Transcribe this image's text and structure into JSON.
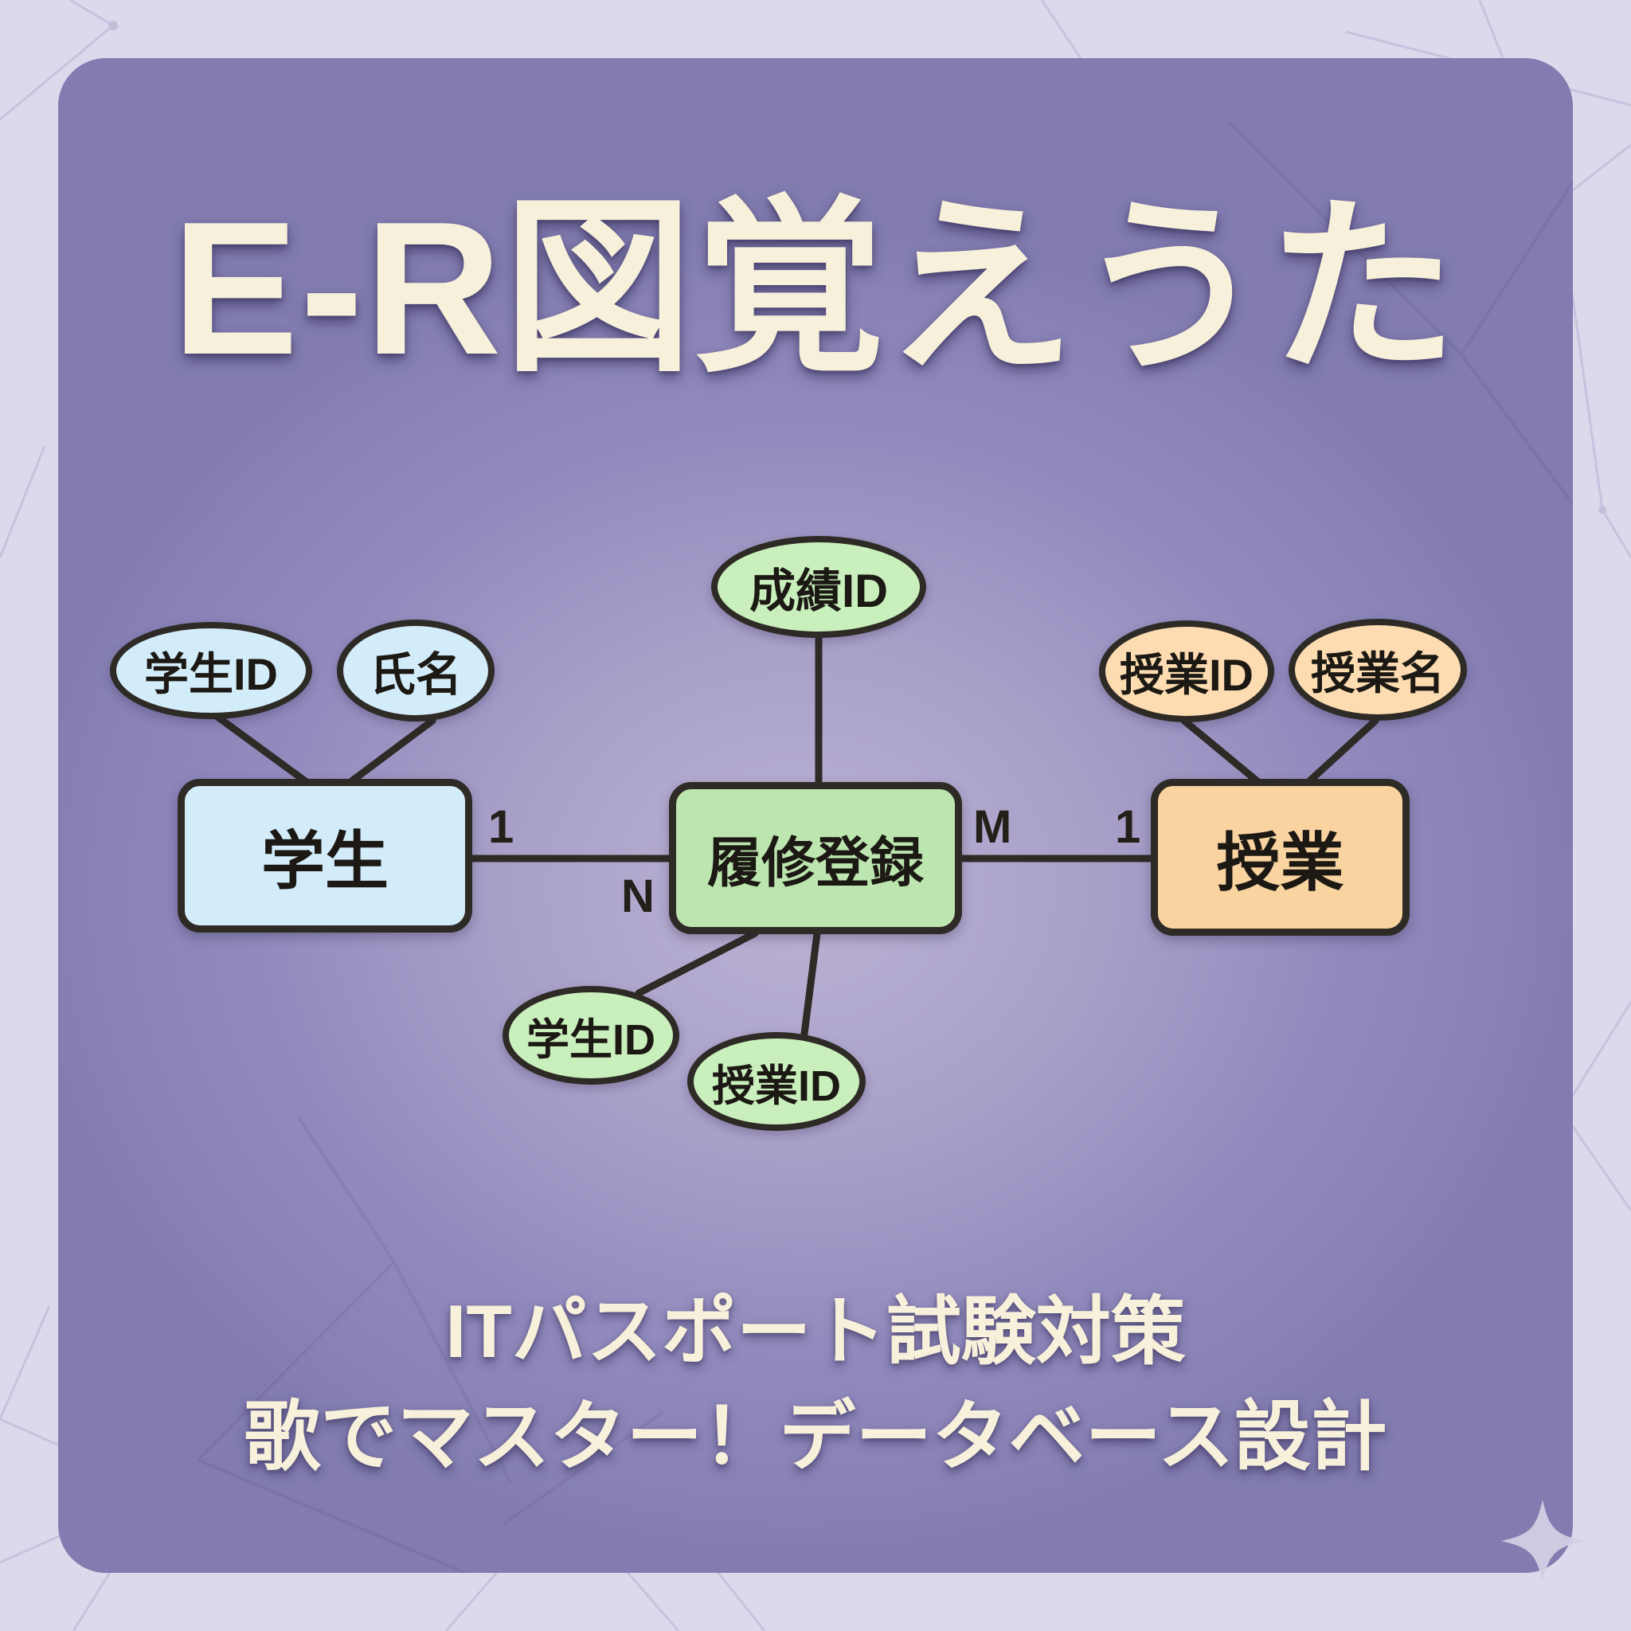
{
  "page": {
    "title": "E-R図覚えうた"
  },
  "diagram": {
    "entity_student": {
      "label": "学生"
    },
    "entity_enrollment": {
      "label": "履修登録"
    },
    "entity_class": {
      "label": "授業"
    },
    "attr_student_id": {
      "label": "学生ID"
    },
    "attr_student_name": {
      "label": "氏名"
    },
    "attr_grade_id": {
      "label": "成績ID"
    },
    "attr_enroll_student_id": {
      "label": "学生ID"
    },
    "attr_enroll_class_id": {
      "label": "授業ID"
    },
    "attr_class_id": {
      "label": "授業ID"
    },
    "attr_class_name": {
      "label": "授業名"
    },
    "cardinality": {
      "student_side_one": "1",
      "enrollment_left_n": "N",
      "enrollment_right_m": "M",
      "class_side_one": "1"
    }
  },
  "footer": {
    "line1": "ITパスポート試験対策",
    "line2": "歌でマスター！データベース設計"
  },
  "colors": {
    "background": "#dcd9ec",
    "card_purple": "#8d86ba",
    "outline_dark": "#2e2a25",
    "title_cream": "#f7f0da",
    "student_fill_blue": "#d3ecf9",
    "enrollment_fill_green": "#bde5af",
    "class_fill_orange": "#f9d3a0",
    "attr_green_fill": "#c9efbc",
    "attr_peach_fill": "#fcdcb0"
  },
  "icons": {
    "sparkle": "four-point-sparkle"
  }
}
